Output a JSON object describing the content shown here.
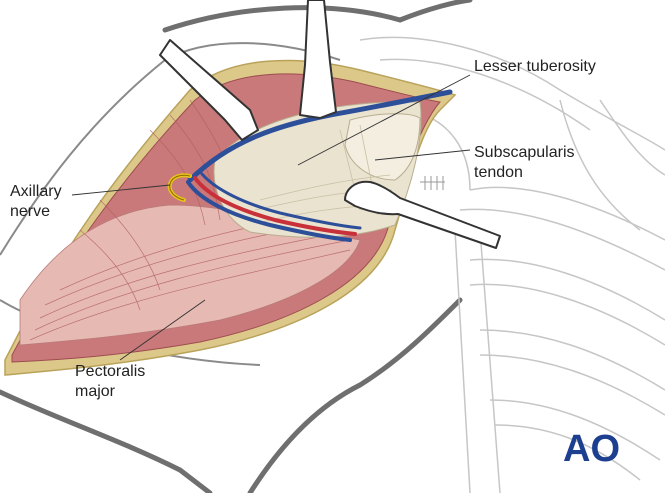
{
  "labels": {
    "lesser_tuberosity": "Lesser tuberosity",
    "subscapularis": [
      "Subscapularis",
      "tendon"
    ],
    "axillary_nerve": [
      "Axillary",
      "nerve"
    ],
    "pectoralis_major": [
      "Pectoralis",
      "major"
    ]
  },
  "logo": {
    "text": "AO",
    "color": "#1d3f8f"
  },
  "colors": {
    "muscle": "#c9797a",
    "muscle_light": "#e3b4b0",
    "tendon": "#eae3cf",
    "skin_edge": "#dcc98a",
    "vein": "#2d4f9a",
    "artery": "#c8303a",
    "nerve": "#e8c21a",
    "outline": "#6f6f6f",
    "bone_line": "#c6c6c6"
  }
}
